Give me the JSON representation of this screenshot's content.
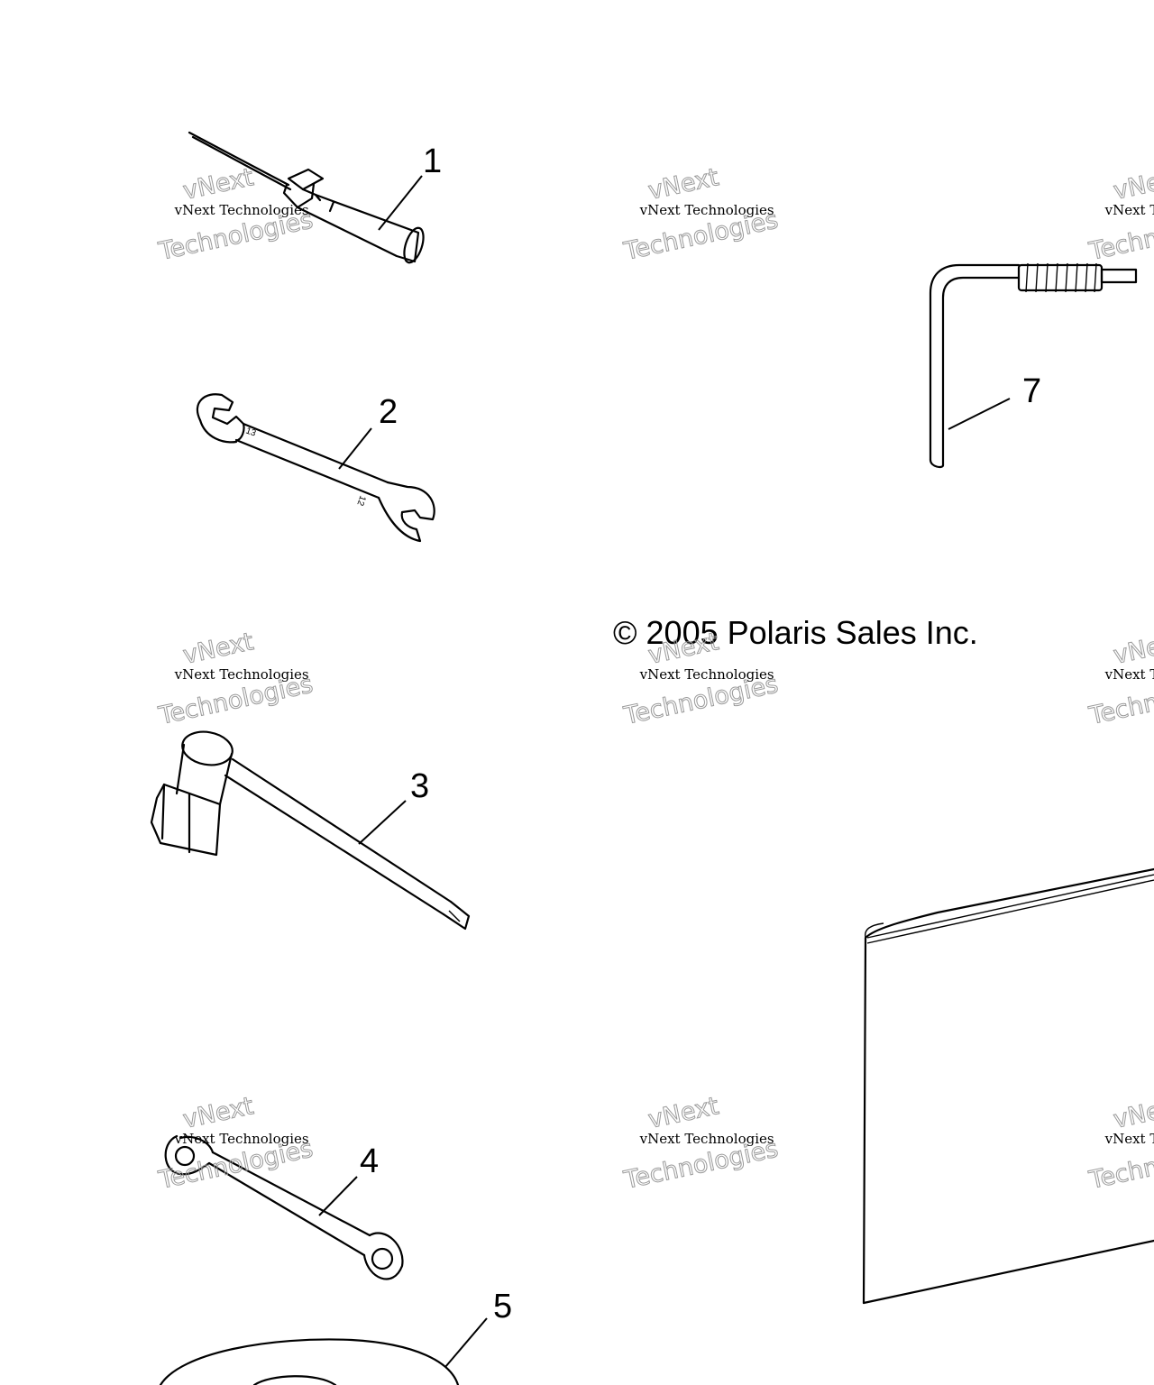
{
  "copyright": "© 2005 Polaris Sales Inc.",
  "watermark": {
    "line1": "vNext Technologies",
    "line2_outline": "vNext",
    "line3_outline": "Technologies"
  },
  "callouts": [
    {
      "id": "1",
      "label": "1",
      "part": "screwdriver"
    },
    {
      "id": "2",
      "label": "2",
      "part": "open-end-wrench"
    },
    {
      "id": "3",
      "label": "3",
      "part": "spark-plug-wrench"
    },
    {
      "id": "4",
      "label": "4",
      "part": "box-end-wrench"
    },
    {
      "id": "5",
      "label": "5",
      "part": "tool-pouch"
    },
    {
      "id": "7",
      "label": "7",
      "part": "hex-key"
    }
  ]
}
